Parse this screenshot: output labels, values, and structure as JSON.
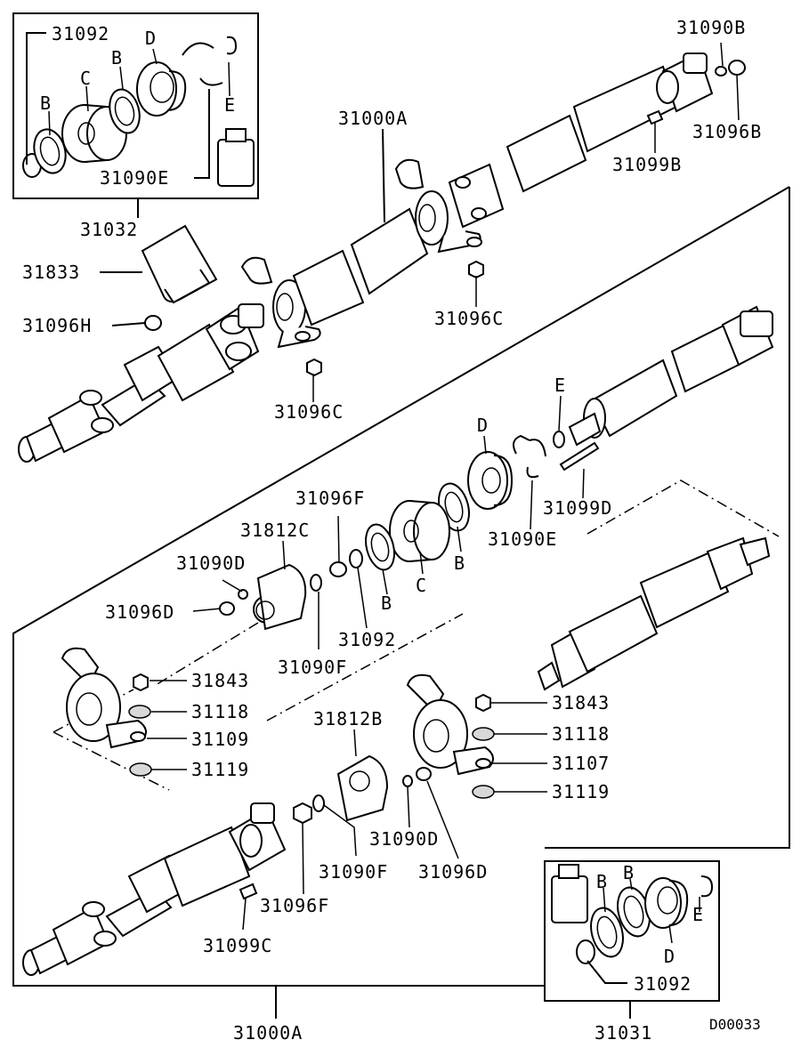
{
  "diagram": {
    "doc_code": "D00033",
    "callouts": {
      "p31092_top": "31092",
      "d_top": "D",
      "b_top1": "B",
      "c_top": "C",
      "b_top2": "B",
      "e_top": "E",
      "p31090e_top": "31090E",
      "p31032": "31032",
      "p31090b": "31090B",
      "p31096b": "31096B",
      "p31099b": "31099B",
      "p31000a_top": "31000A",
      "p31833": "31833",
      "p31096h": "31096H",
      "p31096c_a": "31096C",
      "p31096c_b": "31096C",
      "e_mid": "E",
      "d_mid": "D",
      "p31099d": "31099D",
      "p31096f_top": "31096F",
      "p31090e_mid": "31090E",
      "b_mid1": "B",
      "c_mid": "C",
      "b_mid2": "B",
      "p31812c": "31812C",
      "p31090d_top": "31090D",
      "p31096d_top": "31096D",
      "p31092_mid": "31092",
      "p31090f_top": "31090F",
      "p31843_left": "31843",
      "p31118_left": "31118",
      "p31109": "31109",
      "p31119_left": "31119",
      "p31812b": "31812B",
      "p31843_right": "31843",
      "p31118_right": "31118",
      "p31107": "31107",
      "p31119_right": "31119",
      "p31090d_bot": "31090D",
      "p31090f_bot": "31090F",
      "p31096d_bot": "31096D",
      "p31096f_bot": "31096F",
      "p31099c": "31099C",
      "b_bot1": "B",
      "b_bot2": "B",
      "e_bot": "E",
      "d_bot": "D",
      "p31092_bot": "31092",
      "p31031": "31031",
      "p31000a_bot": "31000A"
    }
  }
}
